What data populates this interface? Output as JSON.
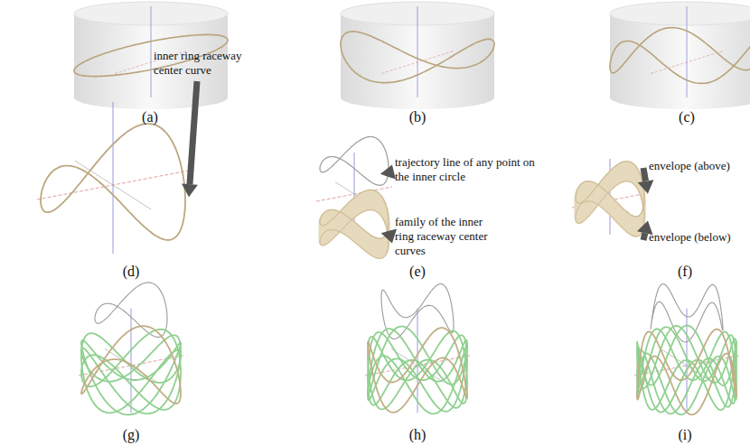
{
  "diagram": {
    "labels": [
      "(a)",
      "(b)",
      "(c)",
      "inner ring raceway center curve",
      "trajectory line of any point on the inner circle",
      "envelope (above)",
      "family of the inner ring raceway center curves",
      "envelope (below)",
      "(d)",
      "(e)",
      "(f)",
      "(g)",
      "(h)",
      "(i)"
    ]
  }
}
